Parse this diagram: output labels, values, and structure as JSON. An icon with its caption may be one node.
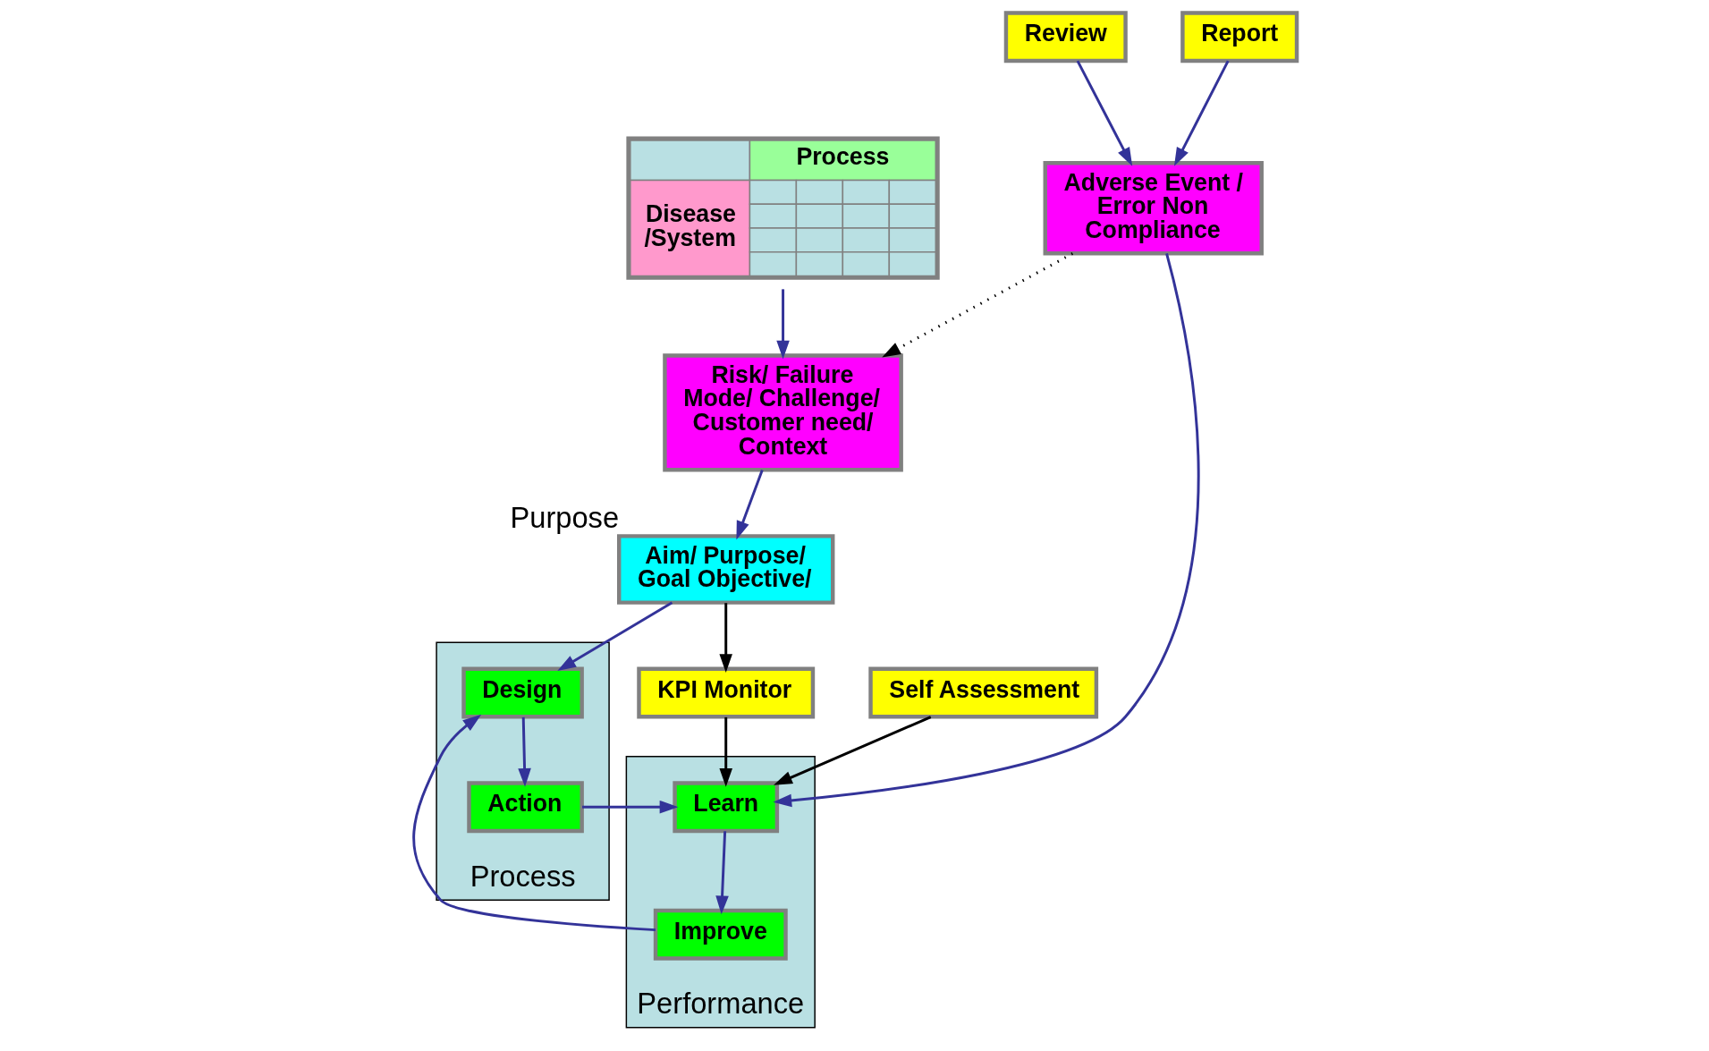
{
  "diagram": {
    "nodes": [
      {
        "text": [
          "Review"
        ]
      },
      {
        "text": [
          "Report"
        ]
      },
      {
        "text": [
          "Adverse Event / Error Non Compliance"
        ]
      },
      {
        "text": [
          "KPI Monitor"
        ]
      },
      {
        "text": [
          "Self Assessment"
        ]
      },
      {
        "text": [],
        "shape": "box",
        "beside": [
          "Process"
        ]
      },
      {
        "text": [
          "Action"
        ],
        "in": 5
      },
      {
        "text": [
          "Design"
        ],
        "in": 5
      },
      {
        "text": [],
        "shape": "box",
        "beside": [
          "Performance"
        ]
      },
      {
        "text": [
          "Learn"
        ],
        "in": 8
      },
      {
        "text": [
          "Improve"
        ],
        "in": 8
      },
      {
        "text": [
          "Risk/ Failure Mode/ Challenge/ Customer need/ Context"
        ]
      },
      {
        "text": [
          "Aim/ Purpose/ Goal Objective/"
        ],
        "beside": [
          "Purpose"
        ]
      },
      {
        "text": [
          "Process",
          "Disease /System"
        ]
      }
    ],
    "edges": [
      {
        "from": 0,
        "to": 2,
        "arrow": "to"
      },
      {
        "from": 1,
        "to": 2,
        "arrow": "to"
      },
      {
        "from": 2,
        "to": 9,
        "arrow": "to"
      },
      {
        "from": 3,
        "to": 9,
        "arrow": "to",
        "color": "#000000"
      },
      {
        "from": 4,
        "to": 9,
        "arrow": "to",
        "color": "#000000"
      },
      {
        "from": 2,
        "to": 11,
        "arrow": "to",
        "style": "dashed",
        "color": "#000000"
      },
      {
        "from": 12,
        "to": 3,
        "arrow": "to",
        "color": "#000000"
      },
      {
        "from": 6,
        "to": 9,
        "arrow": "to"
      },
      {
        "from": 9,
        "to": 10,
        "arrow": "to"
      },
      {
        "from": 10,
        "to": 7,
        "arrow": "to"
      },
      {
        "from": 7,
        "to": 6,
        "arrow": "to"
      },
      {
        "from": 11,
        "to": 12,
        "arrow": "to"
      },
      {
        "from": 12,
        "to": 7,
        "arrow": "to"
      },
      {
        "from": 13,
        "to": 11,
        "arrow": "to"
      }
    ]
  }
}
